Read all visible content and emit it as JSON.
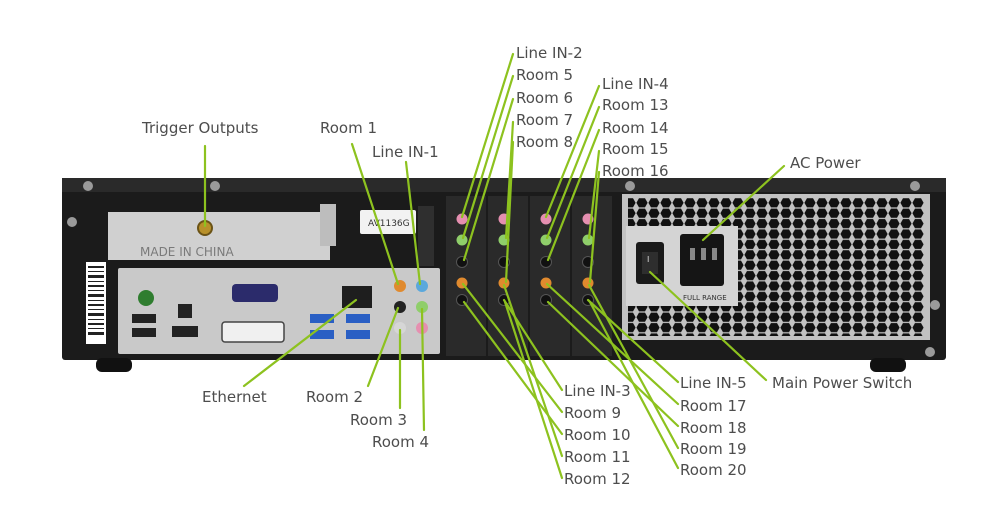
{
  "colors": {
    "callout": "#8dc21f",
    "chassis": "#1b1b1b",
    "panel": "#c9c9c9",
    "text": "#4d4d4d"
  },
  "callouts": {
    "trigger_outputs": "Trigger Outputs",
    "room_1": "Room 1",
    "line_in_1": "Line IN-1",
    "line_in_2": "Line IN-2",
    "room_5": "Room 5",
    "room_6": "Room 6",
    "room_7": "Room 7",
    "room_8": "Room 8",
    "line_in_4": "Line IN-4",
    "room_13": "Room 13",
    "room_14": "Room 14",
    "room_15": "Room 15",
    "room_16": "Room 16",
    "ac_power": "AC Power",
    "ethernet": "Ethernet",
    "room_2": "Room 2",
    "room_3": "Room 3",
    "room_4": "Room 4",
    "line_in_3": "Line IN-3",
    "room_9": "Room 9",
    "room_10": "Room 10",
    "room_11": "Room 11",
    "room_12": "Room 12",
    "line_in_5": "Line IN-5",
    "main_power_switch": "Main Power Switch",
    "room_17": "Room 17",
    "room_18": "Room 18",
    "room_19": "Room 19",
    "room_20": "Room 20"
  },
  "device": {
    "made_in": "MADE IN CHINA",
    "psu_label": "FULL RANGE",
    "sticker": "AV1136G"
  }
}
